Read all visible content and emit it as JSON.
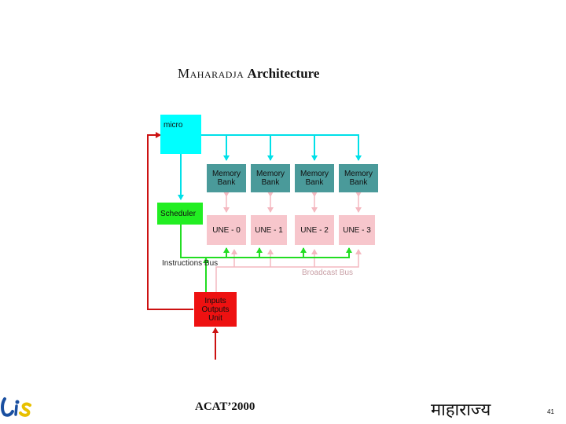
{
  "title": {
    "prefix": "Maharadja",
    "suffix": "Architecture"
  },
  "blocks": {
    "micro": "micro",
    "scheduler": "Scheduler",
    "io_unit": "Inputs\nOutputs\nUnit"
  },
  "memory_banks": [
    "Memory\nBank",
    "Memory\nBank",
    "Memory\nBank",
    "Memory\nBank"
  ],
  "units": [
    "UNE - 0",
    "UNE - 1",
    "UNE - 2",
    "UNE - 3"
  ],
  "buses": {
    "instructions": "Instructions Bus",
    "broadcast": "Broadcast Bus"
  },
  "footer": {
    "conference": "ACAT’2000",
    "hindi": "माहाराज्य",
    "page": "41",
    "logo": "LIS"
  },
  "colors": {
    "micro": "#00ffff",
    "scheduler": "#22ee22",
    "io_unit": "#ee1111",
    "memory_bank": "#4a9a9a",
    "une": "#f7c6cc",
    "cyan_line": "#00e0e8",
    "green_line": "#22dd22",
    "pink_line": "#f4b8c0",
    "red_line": "#cc1111"
  }
}
